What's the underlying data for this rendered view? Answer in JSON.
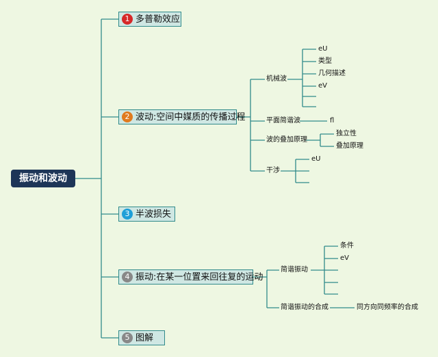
{
  "root": {
    "label": "振动和波动"
  },
  "topics": [
    {
      "num": "1",
      "label": "多普勒效应",
      "color": "#d62828"
    },
    {
      "num": "2",
      "label": "波动:空间中媒质的传播过程",
      "color": "#e07a1f"
    },
    {
      "num": "3",
      "label": "半波损失",
      "color": "#1e9fd8"
    },
    {
      "num": "4",
      "label": "振动:在某一位置来回往复的运动",
      "color": "#888888"
    },
    {
      "num": "5",
      "label": "图解",
      "color": "#888888"
    }
  ],
  "wave": {
    "mechanical": {
      "label": "机械波",
      "children": [
        "eU",
        "类型",
        "几何描述",
        "eV",
        "",
        ""
      ]
    },
    "plane": {
      "label": "平面简谐波",
      "child": "fl"
    },
    "superposition": {
      "label": "波的叠加原理",
      "children": [
        "独立性",
        "叠加原理"
      ]
    },
    "interference": {
      "label": "干涉",
      "children": [
        "eU",
        "",
        ""
      ]
    }
  },
  "vibration": {
    "shm": {
      "label": "简谐振动",
      "children": [
        "条件",
        "eV",
        "",
        "",
        ""
      ]
    },
    "composition": {
      "label": "简谐振动的合成",
      "child": "同方向同频率的合成"
    }
  },
  "colors": {
    "line": "#2f8a8a",
    "root_bg": "#1d3557",
    "topic_bg": "#cfe7e3",
    "background": "#eef7e2"
  }
}
